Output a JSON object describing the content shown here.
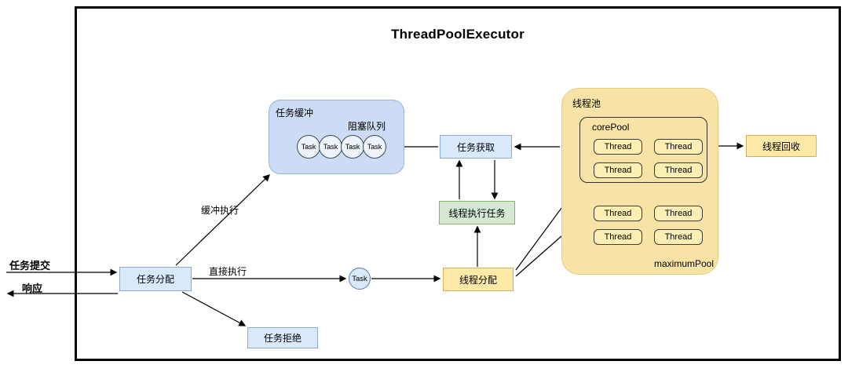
{
  "diagram": {
    "title": "ThreadPoolExecutor",
    "io": {
      "submit": "任务提交",
      "response": "响应"
    },
    "nodes": {
      "task_dispatch": "任务分配",
      "task_reject": "任务拒绝",
      "task_buffer": "任务缓冲",
      "blocking_queue": "阻塞队列",
      "task": "Task",
      "task_fetch": "任务获取",
      "thread_execute": "线程执行任务",
      "thread_dispatch": "线程分配",
      "thread_pool": "线程池",
      "core_pool": "corePool",
      "maximum_pool": "maximumPool",
      "thread": "Thread",
      "thread_recycle": "线程回收"
    },
    "edge_labels": {
      "buffer_exec": "缓冲执行",
      "direct_exec": "直接执行"
    },
    "colors": {
      "blue_node": "#dae8fc",
      "green_node": "#d5e8d4",
      "yellow_node": "#ffe9a9",
      "pool_fill": "#f8e3a6",
      "buffer_fill": "#ccdcf4"
    }
  }
}
